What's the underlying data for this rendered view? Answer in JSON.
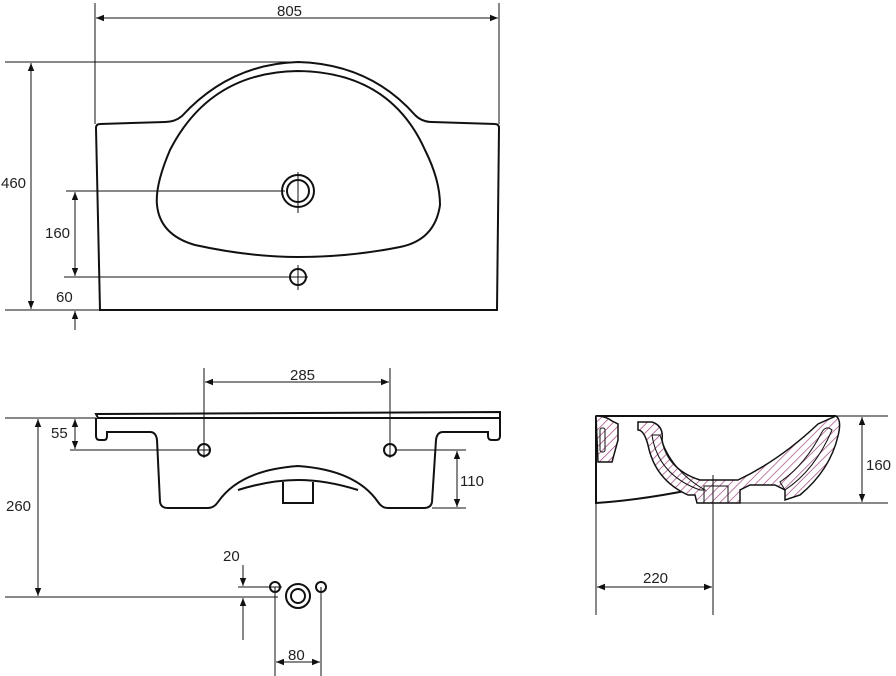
{
  "title": "Washbasin technical drawing",
  "top_view": {
    "width": "805",
    "depth": "460",
    "drain_offset": "160",
    "overflow_offset": "60"
  },
  "front_view": {
    "tap_spacing": "285",
    "hole_height": "55",
    "total_height": "260",
    "pedestal_height": "110",
    "hole_offset": "20",
    "hole_spacing": "80"
  },
  "side_view": {
    "height": "160",
    "drain_distance": "220"
  },
  "colors": {
    "line": "#111111",
    "hatch": "#a0407a"
  }
}
